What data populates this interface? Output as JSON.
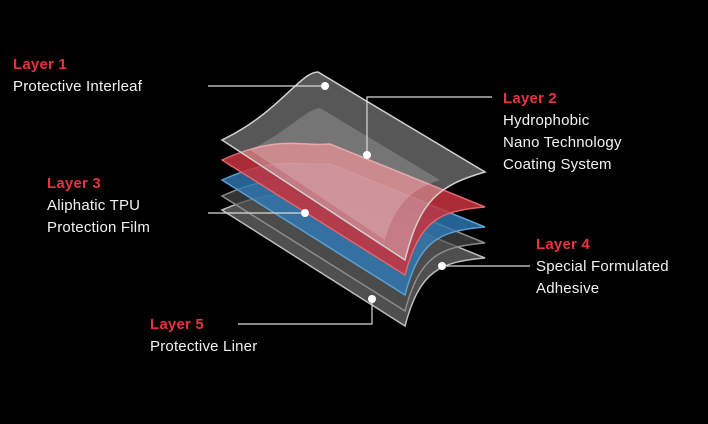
{
  "colors": {
    "background": "#000000",
    "accent_red": "#e8333c",
    "text": "#f2f2f2",
    "leader_line": "#d9d9d9",
    "film_red": "#c8323c",
    "film_blue": "#2f7bb5",
    "film_grey": "#8a8a8a"
  },
  "layers": [
    {
      "title": "Layer 1",
      "lines": [
        "Protective Interleaf"
      ]
    },
    {
      "title": "Layer 2",
      "lines": [
        "Hydrophobic",
        "Nano Technology",
        "Coating System"
      ]
    },
    {
      "title": "Layer 3",
      "lines": [
        "Aliphatic TPU",
        "Protection Film"
      ]
    },
    {
      "title": "Layer 4",
      "lines": [
        "Special Formulated",
        "Adhesive"
      ]
    },
    {
      "title": "Layer 5",
      "lines": [
        "Protective Liner"
      ]
    }
  ]
}
